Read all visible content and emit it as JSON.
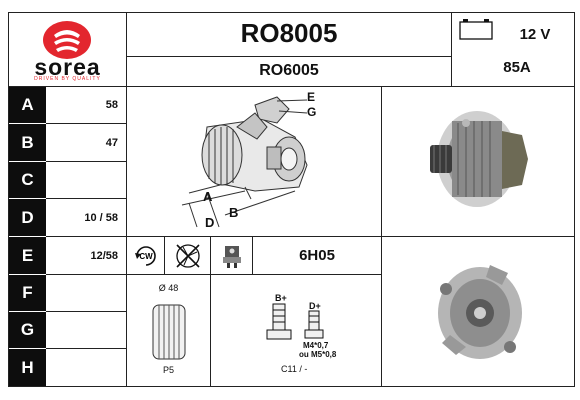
{
  "brand": {
    "name": "sorea",
    "tagline": "DRIVEN BY QUALITY",
    "color": "#e3262e"
  },
  "header": {
    "part_number": "RO8005",
    "alt_number": "RO6005",
    "voltage": "12 V",
    "amperage": "85A"
  },
  "rows": [
    {
      "label": "A",
      "value": "58"
    },
    {
      "label": "B",
      "value": "47"
    },
    {
      "label": "C",
      "value": ""
    },
    {
      "label": "D",
      "value": "10 / 58"
    },
    {
      "label": "E",
      "value": "12/58"
    },
    {
      "label": "F",
      "value": ""
    },
    {
      "label": "G",
      "value": ""
    },
    {
      "label": "H",
      "value": ""
    }
  ],
  "diagram": {
    "labels": {
      "a": "A",
      "b": "B",
      "d": "D",
      "e": "E",
      "g": "G"
    }
  },
  "icons": {
    "rotation": "CW",
    "rotation_icon": "clockwise-arrow-icon",
    "no_fan_icon": "crossed-fan-icon",
    "regulator_icon": "regulator-icon"
  },
  "clock_position": "6H05",
  "pulley": {
    "diameter": "Ø 48",
    "type": "P5"
  },
  "terminals": {
    "b_plus": "B+",
    "d_plus": "D+",
    "thread": "M4*0,7",
    "thread_alt": "ou M5*0,8",
    "connector": "C11 / -"
  }
}
